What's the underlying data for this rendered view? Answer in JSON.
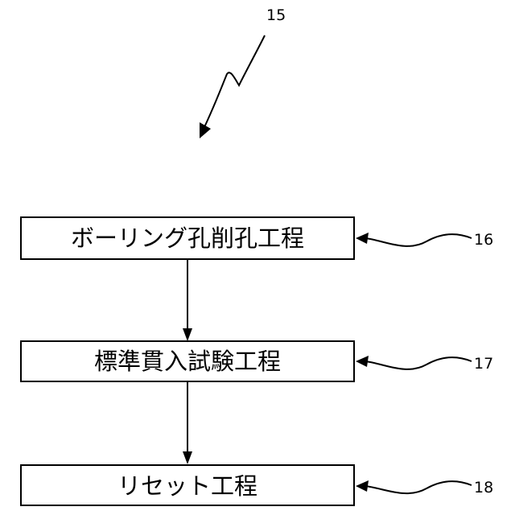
{
  "figure": {
    "reference_number": "15"
  },
  "steps": [
    {
      "label": "ボーリング孔削孔工程",
      "ref": "16"
    },
    {
      "label": "標準貫入試験工程",
      "ref": "17"
    },
    {
      "label": "リセット工程",
      "ref": "18"
    }
  ],
  "colors": {
    "line": "#000000",
    "background": "#ffffff"
  }
}
